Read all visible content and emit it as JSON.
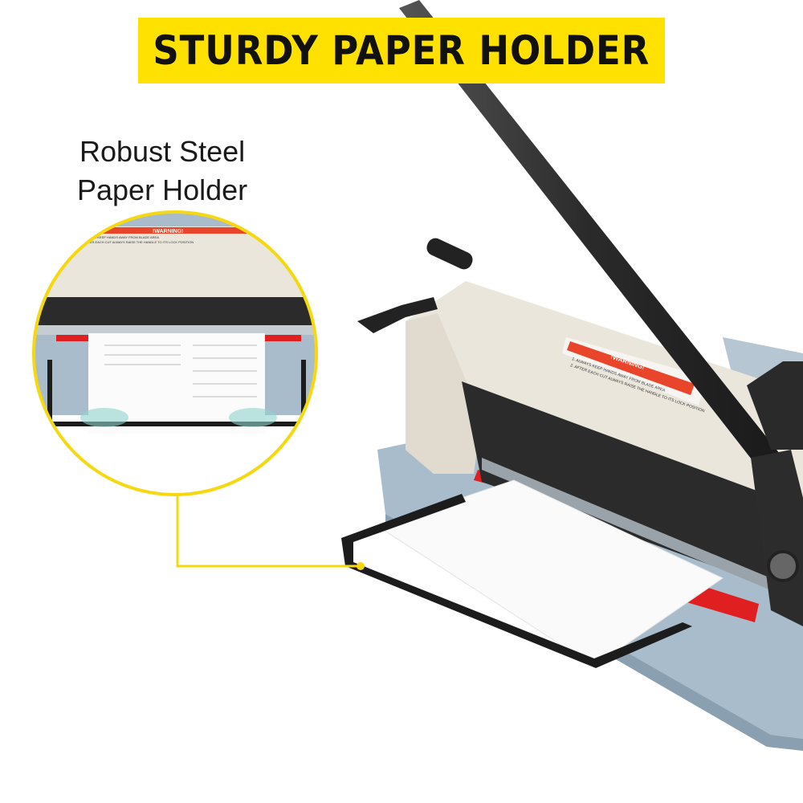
{
  "banner": {
    "title": "STURDY PAPER HOLDER",
    "color": "#FFE100"
  },
  "callout": {
    "line1": "Robust Steel",
    "line2": "Paper Holder",
    "accent": "#F5D80F"
  },
  "machine_label": {
    "heading": "!WARNING!",
    "item1": "1. ALWAYS KEEP HANDS AWAY FROM BLADE AREA",
    "item2": "2. AFTER EACH CUT ALWAYS RAISE THE HANDLE TO ITS LOCK POSITION"
  },
  "colors": {
    "base": "#A9BCCB",
    "body": "#EAE6DC",
    "blade_bar": "#2B2B2B",
    "handle": "#3A3A3A",
    "red_strip": "#E02020",
    "label_red": "#E8452B"
  }
}
